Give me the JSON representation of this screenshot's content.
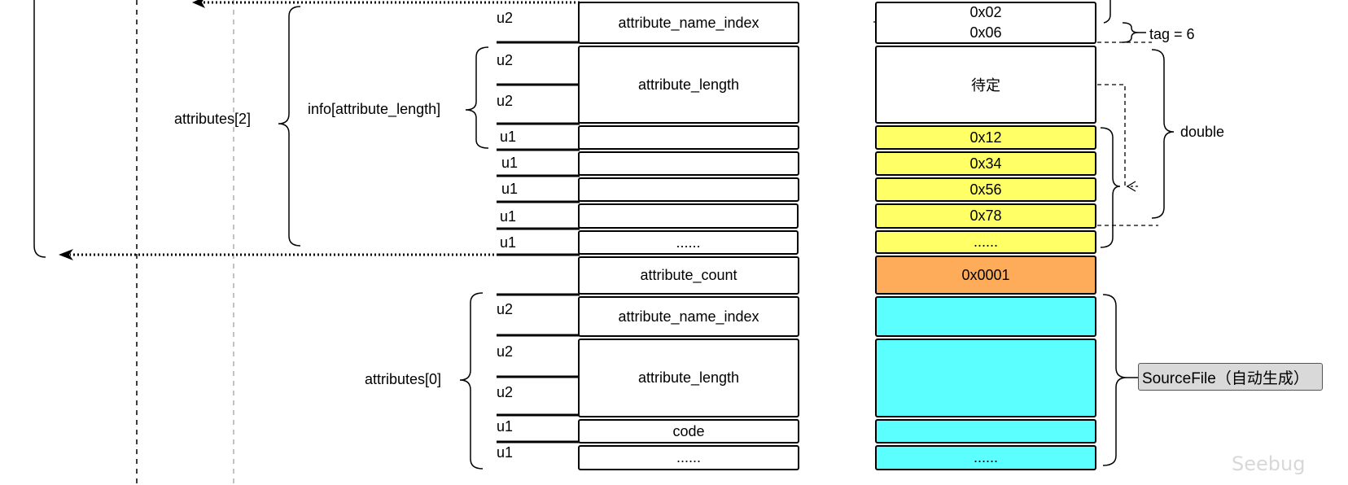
{
  "labels": {
    "attributes_2": "attributes[2]",
    "info_attribute_length": "info[attribute_length]",
    "attributes_0": "attributes[0]",
    "tag": "tag = 6",
    "double": "double",
    "sourcefile": "SourceFile（自动生成）",
    "watermark": "Seebug"
  },
  "upper_group": {
    "size_markers": [
      "u2",
      "u2",
      "u2",
      "u1",
      "u1",
      "u1",
      "u1",
      "u1"
    ],
    "fields": [
      "attribute_name_index",
      "attribute_length",
      "",
      "",
      "",
      "",
      "......"
    ],
    "bytes": [
      "0x02",
      "0x06",
      "待定",
      "0x12",
      "0x34",
      "0x56",
      "0x78",
      "......"
    ]
  },
  "attribute_count": {
    "field": "attribute_count",
    "value": "0x0001"
  },
  "lower_group": {
    "size_markers": [
      "u2",
      "u2",
      "u2",
      "u1",
      "u1"
    ],
    "fields": [
      "attribute_name_index",
      "attribute_length",
      "code",
      "......"
    ],
    "bytes": [
      "",
      "",
      "",
      "......"
    ]
  },
  "colors": {
    "yellow": "#ffff66",
    "orange": "#ffac5a",
    "cyan": "#5cffff",
    "white": "#ffffff",
    "label_box": "#d9d9d9"
  }
}
